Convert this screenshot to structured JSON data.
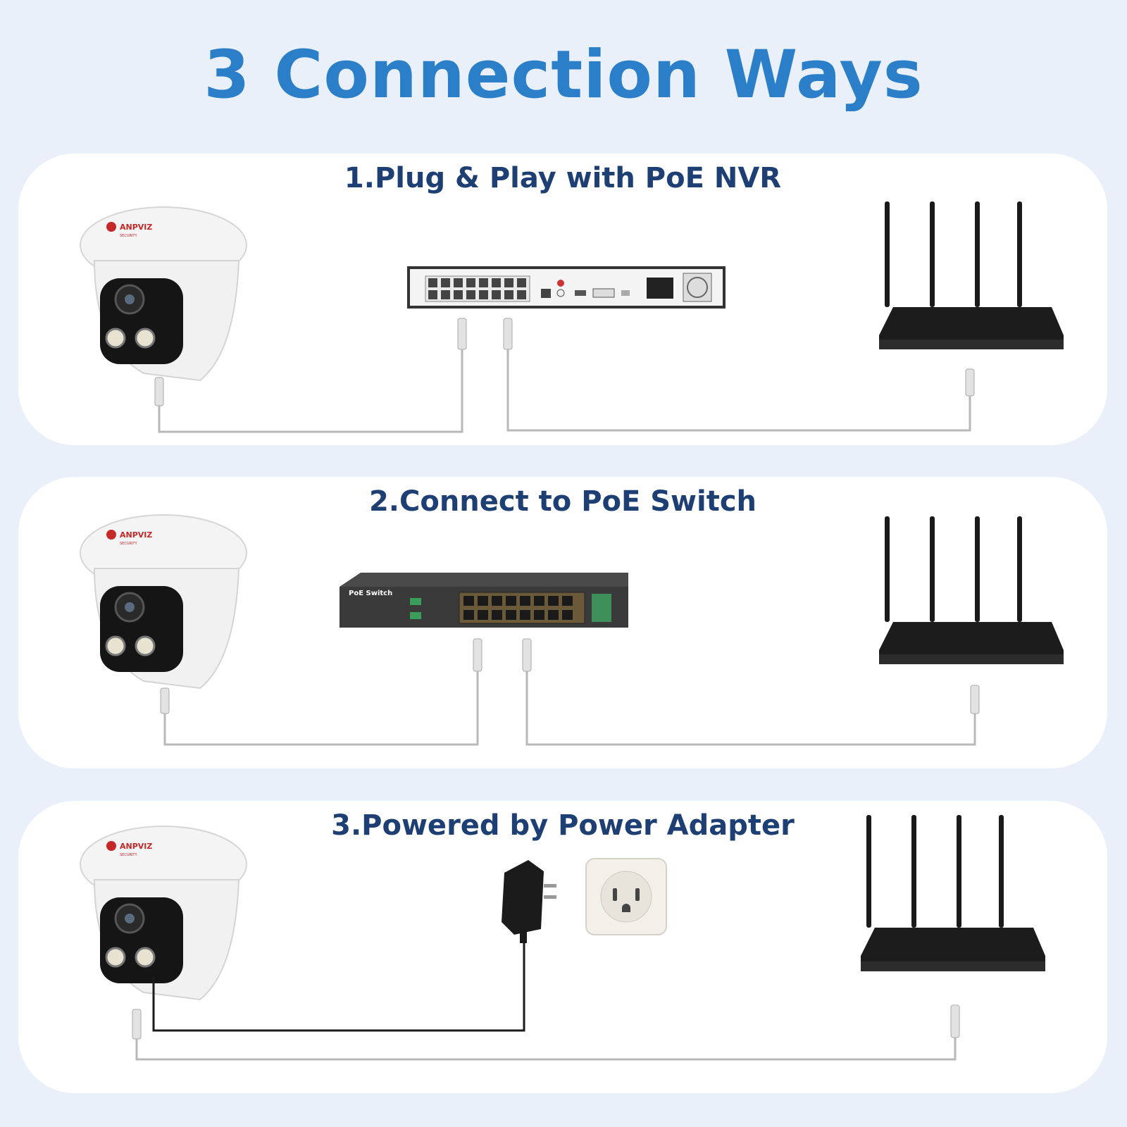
{
  "header": {
    "title": "3 Connection Ways"
  },
  "panels": [
    {
      "title": "1.Plug & Play with PoE NVR",
      "device": "nvr-recorder"
    },
    {
      "title": "2.Connect to PoE Switch",
      "device": "poe-switch",
      "device_label": "PoE Switch"
    },
    {
      "title": "3.Powered by Power Adapter",
      "device": "power-adapter"
    }
  ],
  "camera": {
    "brand": "ANPVIZ",
    "sub": "SECURITY"
  },
  "colors": {
    "title": "#2b7fc9",
    "panel_title": "#1d3f73",
    "background": "#e9f0fa",
    "cable": "#b8b8b8"
  }
}
